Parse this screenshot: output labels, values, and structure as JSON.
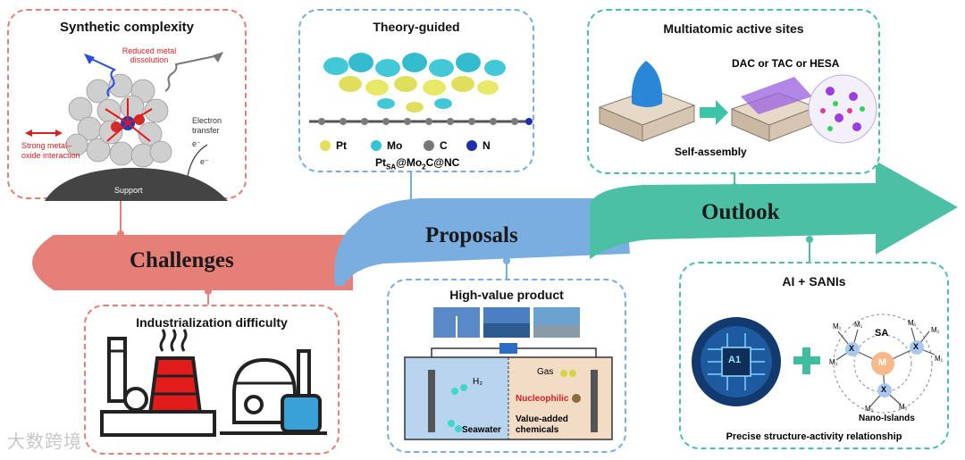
{
  "stages": {
    "challenges": "Challenges",
    "proposals": "Proposals",
    "outlook": "Outlook"
  },
  "colors": {
    "challenges": "#e57f77",
    "proposals": "#7aaee0",
    "outlook": "#4cc0a4"
  },
  "panels": {
    "synthetic": {
      "title": "Synthetic complexity",
      "reduced": "Reduced metal dissolution",
      "electron": "Electron transfer",
      "electron_symbol": "e⁻",
      "strong": "Strong metal–oxide interaction",
      "support": "Support"
    },
    "theory": {
      "title": "Theory-guided",
      "legend": [
        "Pt",
        "Mo",
        "C",
        "N"
      ],
      "formula_a": "Pt",
      "formula_sub": "SA",
      "formula_b": "@Mo",
      "formula_sub2": "2",
      "formula_c": "C@NC"
    },
    "multiatomic": {
      "title": "Multiatomic active sites",
      "dac": "DAC or TAC or HESA",
      "self_assembly": "Self-assembly"
    },
    "industrial": {
      "title": "Industrialization difficulty"
    },
    "highvalue": {
      "title": "High-value product",
      "h2": "H₂",
      "gas": "Gas",
      "nucleophilic": "Nucleophilic",
      "seawater": "Seawater",
      "value_added": "Value-added chemicals"
    },
    "ai": {
      "title": "AI + SANIs",
      "chip": "A1",
      "sa": "SA",
      "m": "M",
      "x": "X",
      "m1": "M₁",
      "nano": "Nano-Islands",
      "caption": "Precise structure-activity relationship"
    }
  },
  "watermark": "大数跨境"
}
